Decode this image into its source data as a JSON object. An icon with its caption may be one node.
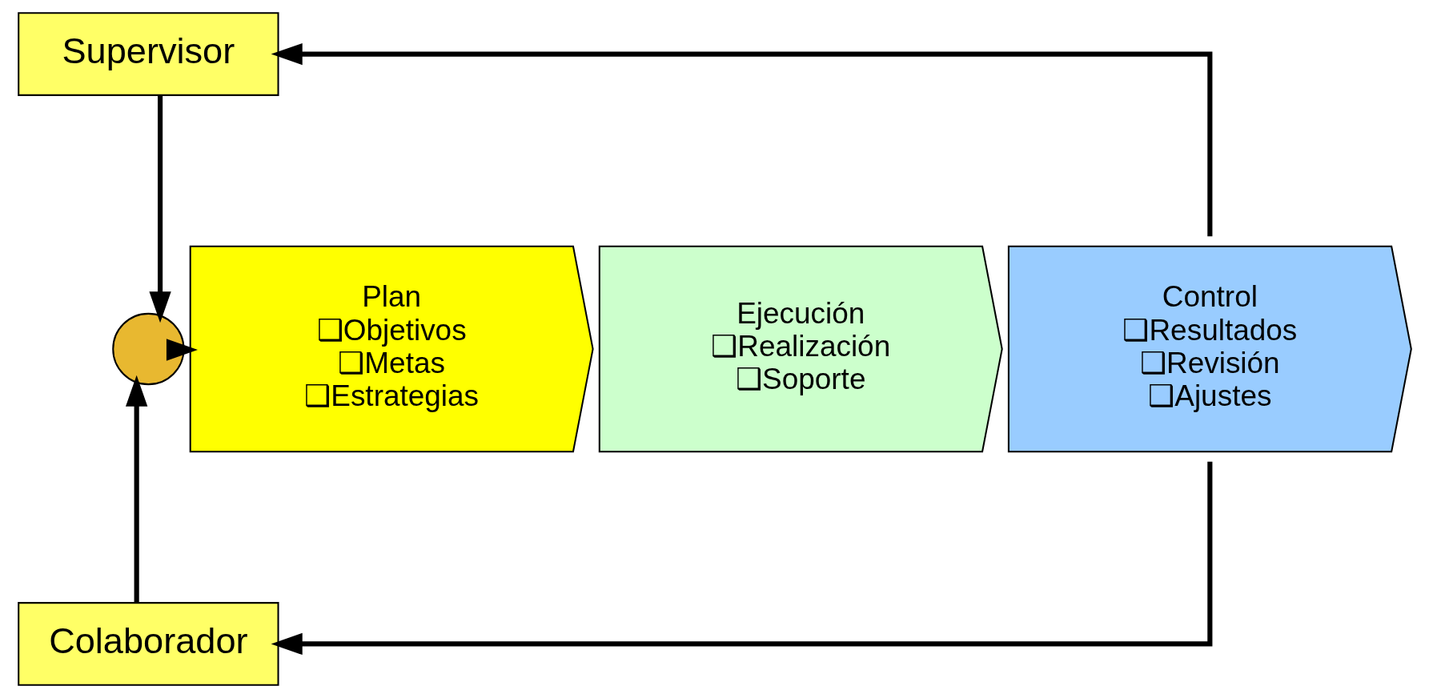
{
  "diagram": {
    "nodes": [
      {
        "text": [
          "Supervisor"
        ]
      },
      {
        "text": [
          "Colaborador"
        ]
      },
      {
        "text": [],
        "shape": "circle"
      },
      {
        "text": [
          "Plan",
          "❑Objetivos",
          "❑Metas",
          "❑Estrategias"
        ]
      },
      {
        "text": [
          "Ejecución",
          "❑Realización",
          "❑Soporte"
        ]
      },
      {
        "text": [
          "Control",
          "❑Resultados",
          "❑Revisión",
          "❑Ajustes"
        ]
      }
    ],
    "edges": [
      {
        "from": 0,
        "to": 2,
        "arrow": "to"
      },
      {
        "from": 1,
        "to": 2,
        "arrow": "to"
      },
      {
        "from": 2,
        "to": 3,
        "arrow": "to"
      },
      {
        "from": 5,
        "to": 0,
        "arrow": "to"
      },
      {
        "from": 5,
        "to": 1,
        "arrow": "to"
      }
    ]
  }
}
